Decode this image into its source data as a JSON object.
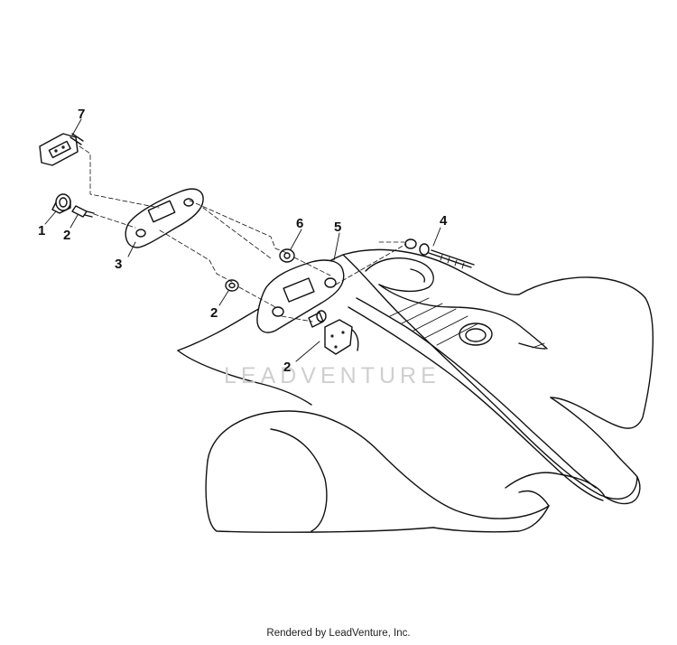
{
  "callouts": [
    {
      "id": "c1",
      "text": "1"
    },
    {
      "id": "c2a",
      "text": "2"
    },
    {
      "id": "c2b",
      "text": "2"
    },
    {
      "id": "c2c",
      "text": "2"
    },
    {
      "id": "c3",
      "text": "3"
    },
    {
      "id": "c4",
      "text": "4"
    },
    {
      "id": "c5",
      "text": "5"
    },
    {
      "id": "c6",
      "text": "6"
    },
    {
      "id": "c7",
      "text": "7"
    }
  ],
  "watermark": "LEADVENTURE",
  "footer": "Rendered by LeadVenture, Inc."
}
